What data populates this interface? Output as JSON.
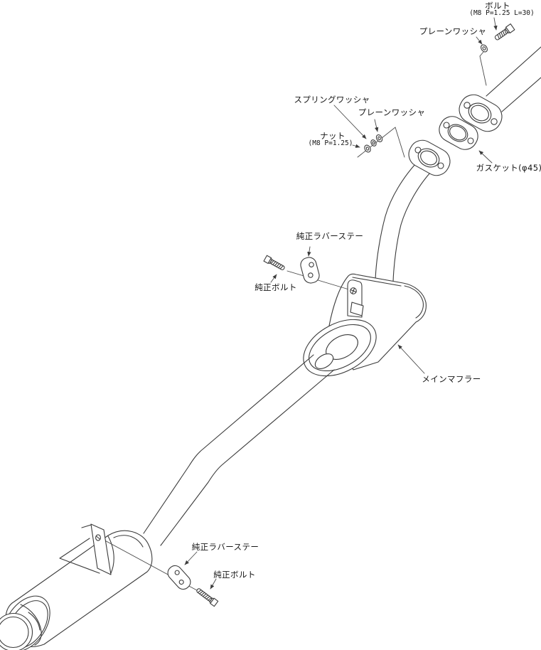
{
  "diagram": {
    "colors": {
      "background": "#ffffff",
      "line": "#3b3b3b",
      "text": "#161616"
    },
    "labels": {
      "bolt_label": "ボルト",
      "bolt_spec": "(M8 P=1.25 L=30)",
      "plain_washer_top": "プレーンワッシャ",
      "spring_washer": "スプリングワッシャ",
      "plain_washer_mid": "プレーンワッシャ",
      "nut_label": "ナット",
      "nut_spec": "(M8 P=1.25)",
      "gasket": "ガスケット(φ45)",
      "rubber_stay_mid": "純正ラバーステー",
      "oem_bolt_mid": "純正ボルト",
      "main_muffler": "メインマフラー",
      "rubber_stay_rear": "純正ラバーステー",
      "oem_bolt_rear": "純正ボルト"
    }
  }
}
